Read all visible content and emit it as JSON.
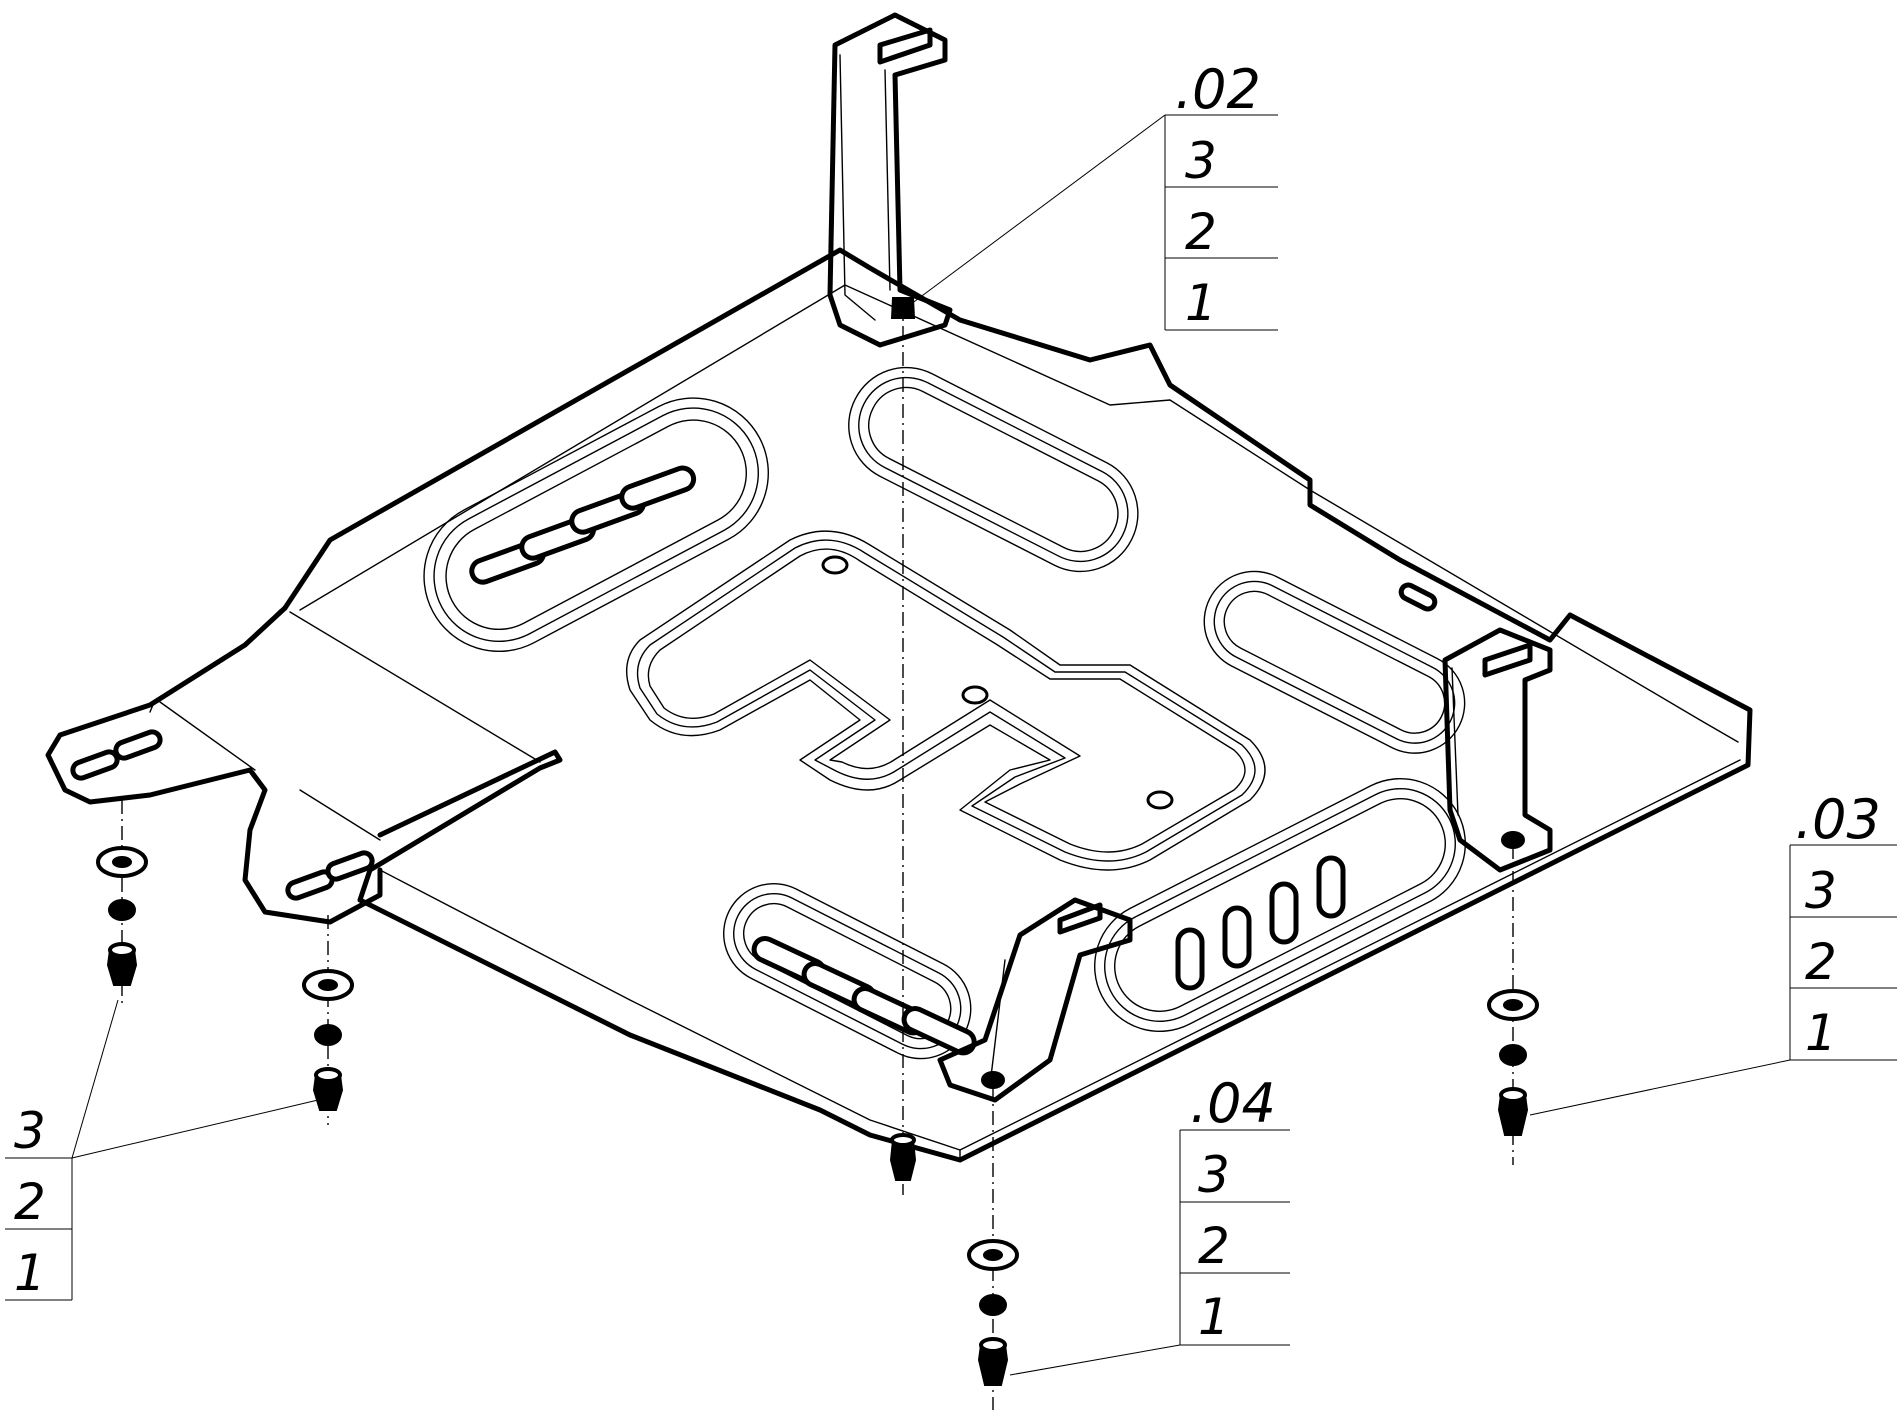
{
  "callouts": {
    "c02": {
      "id": ".02",
      "items": [
        "3",
        "2",
        "1"
      ]
    },
    "c03": {
      "id": ".03",
      "items": [
        "3",
        "2",
        "1"
      ]
    },
    "c04": {
      "id": ".04",
      "items": [
        "3",
        "2",
        "1"
      ]
    },
    "left": {
      "items": [
        "3",
        "2",
        "1"
      ]
    }
  }
}
